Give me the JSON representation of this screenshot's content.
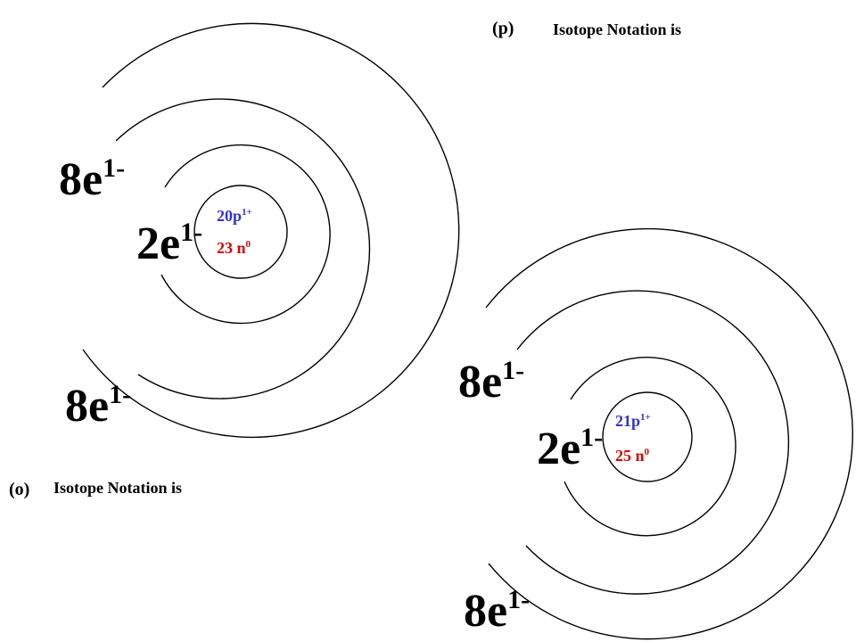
{
  "atoms": [
    {
      "id": "o",
      "tag": "(o)",
      "caption": "Isotope Notation is",
      "protons": {
        "value": "20p",
        "charge": "1+",
        "color": "#3333cc"
      },
      "neutrons": {
        "value": "23 n",
        "charge": "0",
        "color": "#dd0000"
      },
      "shells": [
        {
          "count": "2e",
          "charge": "1-"
        },
        {
          "count": "8e",
          "charge": "1-"
        },
        {
          "count": "8e",
          "charge": "1-"
        }
      ]
    },
    {
      "id": "p",
      "tag": "(p)",
      "caption": "Isotope Notation is",
      "protons": {
        "value": "21p",
        "charge": "1+",
        "color": "#3333cc"
      },
      "neutrons": {
        "value": "25 n",
        "charge": "0",
        "color": "#dd0000"
      },
      "shells": [
        {
          "count": "2e",
          "charge": "1-"
        },
        {
          "count": "8e",
          "charge": "1-"
        },
        {
          "count": "8e",
          "charge": "1-"
        }
      ]
    }
  ]
}
